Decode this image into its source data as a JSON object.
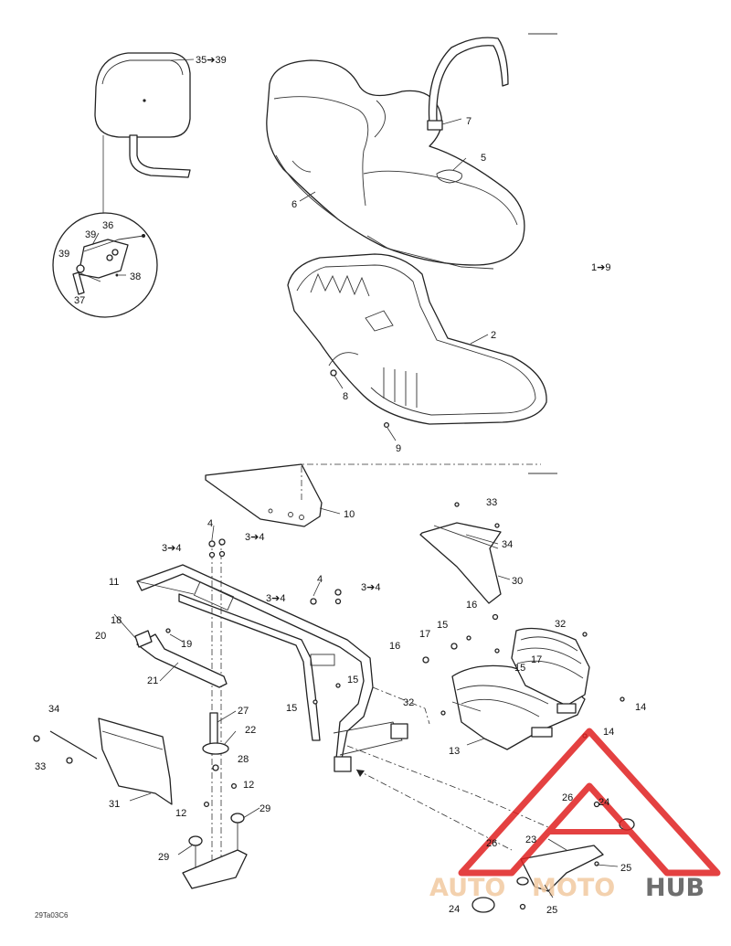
{
  "labels": {
    "l35_39": "35➔39",
    "l7": "7",
    "l5": "5",
    "l6": "6",
    "l36": "36",
    "l39a": "39",
    "l39b": "39",
    "l38": "38",
    "l37": "37",
    "l1_9": "1➔9",
    "l2": "2",
    "l8": "8",
    "l9": "9",
    "l10": "10",
    "l33a": "33",
    "l34a": "34",
    "l30": "30",
    "l4a": "4",
    "l3_4a": "3➔4",
    "l3_4b": "3➔4",
    "l11": "11",
    "l4b": "4",
    "l3_4c": "3➔4",
    "l3_4d": "3➔4",
    "l16a": "16",
    "l32a": "32",
    "l18": "18",
    "l17a": "17",
    "l15a": "15",
    "l20": "20",
    "l19": "19",
    "l16b": "16",
    "l15b": "15",
    "l17b": "17",
    "l21": "21",
    "l15c": "15",
    "l15d": "15",
    "l32b": "32",
    "l14a": "14",
    "l34b": "34",
    "l27": "27",
    "l14b": "14",
    "l22": "22",
    "l13": "13",
    "l33b": "33",
    "l28": "28",
    "l12a": "12",
    "l31": "31",
    "l26a": "26",
    "l24a": "24",
    "l12b": "12",
    "l29a": "29",
    "l26b": "26",
    "l23": "23",
    "l29b": "29",
    "l25a": "25",
    "l24b": "24",
    "l25b": "25",
    "code": "29Ta03C6"
  },
  "watermark": {
    "auto": "AUTO",
    "moto": "MOTO",
    "hub": "HUB"
  },
  "colors": {
    "watermark_red": "#e02020",
    "watermark_auto": "#f2c9a0",
    "watermark_hub": "#555555",
    "line": "#222222"
  }
}
